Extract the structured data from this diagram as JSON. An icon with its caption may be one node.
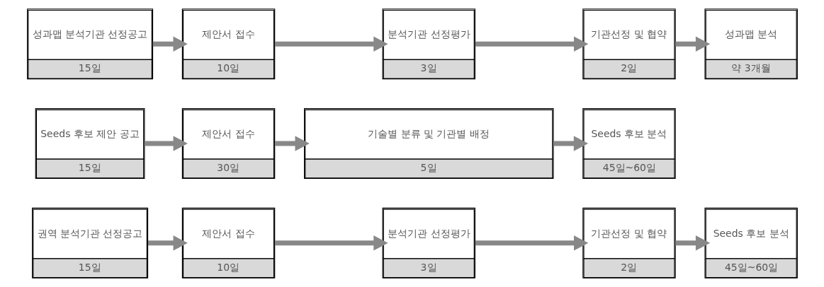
{
  "diagram": {
    "nodes": [
      {
        "text": [
          "권역 분석기관 선정공고",
          "15일"
        ]
      },
      {
        "text": [
          "제안서 접수",
          "10일"
        ]
      },
      {
        "text": [
          "분석기관 선정평가",
          "3일"
        ]
      },
      {
        "text": [
          "기관선정 및 협약",
          "2일"
        ]
      },
      {
        "text": [
          "Seeds 후보 분석",
          "45일~60일"
        ]
      },
      {
        "text": [
          "Seeds 후보 제안 공고",
          "15일"
        ]
      },
      {
        "text": [
          "제안서 접수",
          "30일"
        ]
      },
      {
        "text": [
          "기술별 분류 및 기관별 배정",
          "5일"
        ]
      },
      {
        "text": [
          "Seeds 후보 분석",
          "45일~60일"
        ]
      },
      {
        "text": [
          "성과맵 분석기관 선정공고",
          "15일"
        ]
      },
      {
        "text": [
          "제안서 접수",
          "10일"
        ]
      },
      {
        "text": [
          "분석기관 선정평가",
          "3일"
        ]
      },
      {
        "text": [
          "기관선정 및 협약",
          "2일"
        ]
      },
      {
        "text": [
          "성과맵 분석",
          "약 3개월"
        ]
      }
    ],
    "edges": [
      {
        "from": 0,
        "to": 1,
        "arrow": "to"
      },
      {
        "from": 1,
        "to": 2,
        "arrow": "to"
      },
      {
        "from": 2,
        "to": 3,
        "arrow": "to"
      },
      {
        "from": 3,
        "to": 4,
        "arrow": "to"
      },
      {
        "from": 5,
        "to": 6,
        "arrow": "to"
      },
      {
        "from": 6,
        "to": 7,
        "arrow": "to"
      },
      {
        "from": 7,
        "to": 8,
        "arrow": "to"
      },
      {
        "from": 9,
        "to": 10,
        "arrow": "to"
      },
      {
        "from": 10,
        "to": 11,
        "arrow": "to"
      },
      {
        "from": 11,
        "to": 12,
        "arrow": "to"
      },
      {
        "from": 12,
        "to": 13,
        "arrow": "to"
      }
    ]
  }
}
